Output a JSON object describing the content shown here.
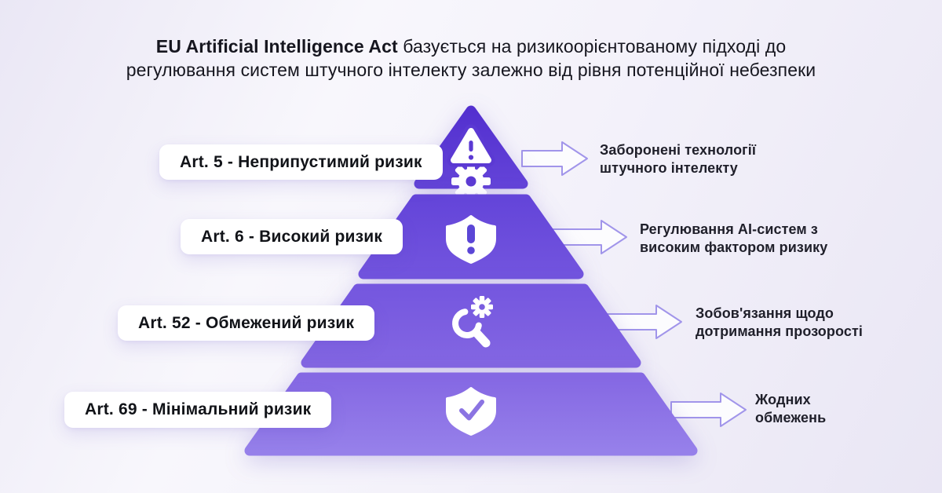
{
  "title": {
    "bold": "EU Artificial Intelligence Act",
    "line1_rest": " базується на ризикоорієнтованому підході до",
    "line2": "регулювання систем штучного інтелекту залежно від рівня потенційної небезпеки"
  },
  "pyramid": {
    "tiers": [
      {
        "article_label": "Art. 5 - Неприпустимий ризик",
        "description": "Заборонені технології штучного інтелекту",
        "icon": "warning-gear-icon",
        "level": 1
      },
      {
        "article_label": "Art. 6 - Високий ризик",
        "description": "Регулювання AI-систем з високим фактором ризику",
        "icon": "shield-exclamation-icon",
        "level": 2
      },
      {
        "article_label": "Art. 52 - Обмежений ризик",
        "description": "Зобов'язання щодо дотримання прозорості",
        "icon": "search-gear-icon",
        "level": 3
      },
      {
        "article_label": "Art. 69 - Мінімальний ризик",
        "description": "Жодних обмежень",
        "icon": "shield-check-icon",
        "level": 4
      }
    ]
  },
  "colors": {
    "background_start": "#eae7f5",
    "background_mid": "#f8f7fc",
    "background_end": "#e9e6f4",
    "tier1_top": "#5330cf",
    "tier1_bottom": "#6343d8",
    "tier2_top": "#6445d9",
    "tier2_bottom": "#7254de",
    "tier3_top": "#7557df",
    "tier3_bottom": "#8366e2",
    "tier4_top": "#8568e3",
    "tier4_bottom": "#9680ea",
    "icon_accent_1": "#5b39d3",
    "icon_accent_2": "#5b46d6",
    "icon_accent_3": "#7a5de0",
    "icon_accent_4": "#8b74e2",
    "arrow_stroke": "#a195ea",
    "arrow_fill": "#fcfcfe",
    "pill_bg": "#ffffff",
    "text_dark": "#16161f",
    "text_body": "#1f1f2a"
  }
}
